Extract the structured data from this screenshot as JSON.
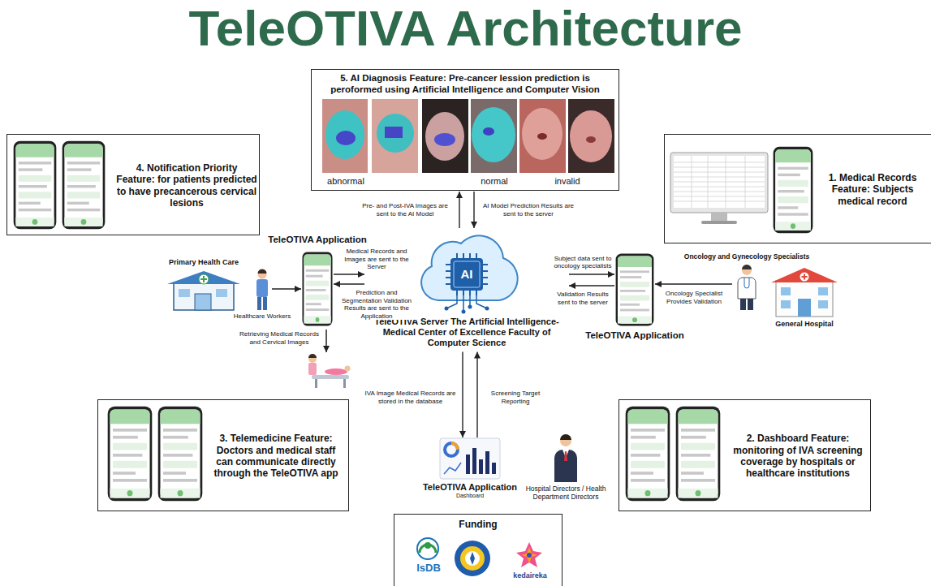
{
  "diagram": {
    "title": "TeleOTIVA Architecture",
    "nodes": [
      {
        "text": [
          "5. AI Diagnosis Feature: Pre-cancer lession prediction is peroformed using Artificial Intelligence and Computer Vision",
          "abnormal",
          "normal",
          "invalid"
        ]
      },
      {
        "text": [
          "4. Notification Priority Feature: for patients predicted to have precancerous cervical lesions"
        ]
      },
      {
        "text": [
          "1. Medical Records Feature: Subjects medical record"
        ]
      },
      {
        "text": [
          "Primary Health Care"
        ]
      },
      {
        "text": [
          "Healthcare Workers"
        ]
      },
      {
        "text": [
          "TeleOTIVA Application"
        ]
      },
      {
        "text": [
          "AI",
          "TeleOTIVA Server The Artificial Intelligence-Medical Center of Excellence Faculty of Computer Science"
        ]
      },
      {
        "text": [
          "TeleOTIVA Application"
        ]
      },
      {
        "text": [
          "Oncology and Gynecology Specialists"
        ]
      },
      {
        "text": [
          "General Hospital"
        ]
      },
      {
        "text": [
          "3. Telemedicine Feature: Doctors and medical staff can communicate directly through the TeleOTIVA app"
        ]
      },
      {
        "text": [
          "TeleOTIVA Application",
          "Dashboard"
        ]
      },
      {
        "text": [
          "Hospital Directors / Health Department Directors"
        ]
      },
      {
        "text": [
          "2. Dashboard Feature: monitoring of IVA screening coverage by hospitals or healthcare institutions"
        ]
      },
      {
        "text": [
          "Funding",
          "IsDB",
          "kedaireka"
        ]
      }
    ],
    "edges": [
      {
        "from": 4,
        "to": 5,
        "arrow": "to"
      },
      {
        "from": 5,
        "to": 6,
        "label": "Medical Records and Images are sent to the Server",
        "arrow": "to"
      },
      {
        "from": 6,
        "to": 5,
        "label": "Prediction and Segmentation Validation Results are sent to the Application",
        "arrow": "to"
      },
      {
        "from": 6,
        "to": 0,
        "label": "Pre- and Post-IVA Images are sent to the AI Model",
        "arrow": "to"
      },
      {
        "from": 0,
        "to": 6,
        "label": "AI Model Prediction Results are sent to the server",
        "arrow": "to"
      },
      {
        "from": 6,
        "to": 7,
        "label": "Subject data sent to oncology specialists",
        "arrow": "to"
      },
      {
        "from": 7,
        "to": 6,
        "label": "Validation Results sent to the server",
        "arrow": "to"
      },
      {
        "from": 8,
        "to": 7,
        "label": "Oncology Specialist Provides Validation",
        "arrow": "to"
      },
      {
        "from": 6,
        "to": 11,
        "label": "IVA Image Medical Records are stored in the database",
        "arrow": "to"
      },
      {
        "from": 11,
        "to": 6,
        "label": "Screening Target Reporting",
        "arrow": "to"
      }
    ],
    "labels": [
      "Retrieving Medical Records and Cervical Images"
    ]
  }
}
